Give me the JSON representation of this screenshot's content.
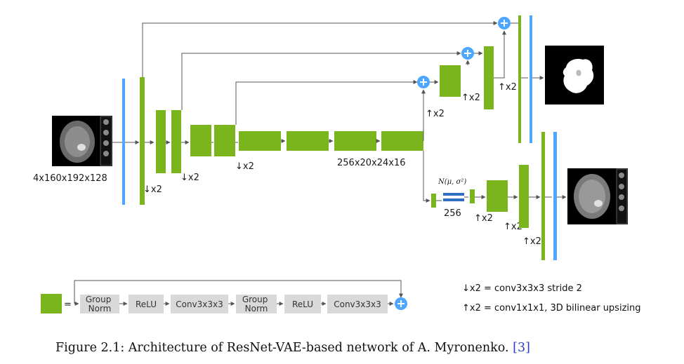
{
  "colors": {
    "block": "#7ab51d",
    "blue_bar": "#4da6ff",
    "plus": "#4da6ff",
    "arrow": "#555555",
    "legend_box": "#d9d9d9",
    "vae_bars": "#2e6fbf"
  },
  "icons": [
    "mri-input-image",
    "segmentation-mask-image",
    "mri-output-image",
    "plus-icon",
    "arrow-icon"
  ],
  "labels": {
    "input_size": "4x160x192x128",
    "bottleneck_size": "256x20x24x16",
    "vae_dim": "256",
    "vae_dist": "N(μ, σ²)",
    "down_x2": "↓x2",
    "up_x2": "↑x2"
  },
  "legend": {
    "equals": "=",
    "ops": [
      "Group\nNorm",
      "ReLU",
      "Conv3x3x3",
      "Group\nNorm",
      "ReLU",
      "Conv3x3x3"
    ],
    "down_def": "↓x2 = conv3x3x3 stride 2",
    "up_def": "↑x2 = conv1x1x1, 3D bilinear upsizing"
  },
  "caption": {
    "text": "Figure 2.1: Architecture of ResNet-VAE-based network of A. Myronenko. ",
    "ref": "[3]"
  }
}
